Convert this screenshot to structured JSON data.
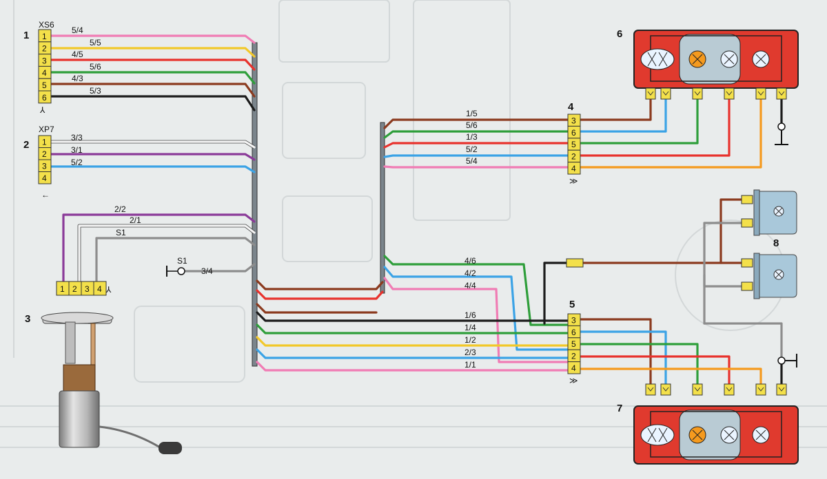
{
  "colors": {
    "pink": "#f07cb4",
    "yellow": "#f2c82a",
    "red": "#e8322d",
    "green": "#2e9e3a",
    "brown": "#8b3a1e",
    "black": "#1b1b1b",
    "violet": "#8a3a98",
    "blue": "#3ba3e6",
    "gray": "#8d8d8d",
    "white": "#f5f5f5",
    "orange": "#f59a1e",
    "connector": "#f3e04a",
    "lamp_body": "#e03a2e"
  },
  "numbers": [
    "1",
    "2",
    "3",
    "4",
    "5",
    "6",
    "7",
    "8"
  ],
  "connectors": {
    "xs6": {
      "name": "XS6",
      "pins": [
        "1",
        "2",
        "3",
        "4",
        "5",
        "6"
      ]
    },
    "xp7": {
      "name": "XP7",
      "pins": [
        "1",
        "2",
        "3",
        "4"
      ]
    },
    "c4": {
      "pins": [
        "3",
        "6",
        "5",
        "2",
        "4"
      ]
    },
    "c5": {
      "pins": [
        "3",
        "6",
        "5",
        "2",
        "4"
      ]
    },
    "pump": {
      "pins": [
        "1",
        "2",
        "3",
        "4"
      ]
    }
  },
  "wires": {
    "xs6": [
      "5/4",
      "5/5",
      "4/5",
      "5/6",
      "4/3",
      "5/3"
    ],
    "xp7": [
      "3/3",
      "3/1",
      "5/2"
    ],
    "pump": [
      "2/2",
      "2/1",
      "S1"
    ],
    "s1": {
      "label": "S1",
      "wire": "3/4"
    },
    "c4": [
      "1/5",
      "5/6",
      "1/3",
      "5/2",
      "5/4"
    ],
    "c5": [
      "4/6",
      "4/2",
      "4/4",
      "1/6",
      "1/4",
      "1/2",
      "2/3",
      "1/1"
    ]
  }
}
